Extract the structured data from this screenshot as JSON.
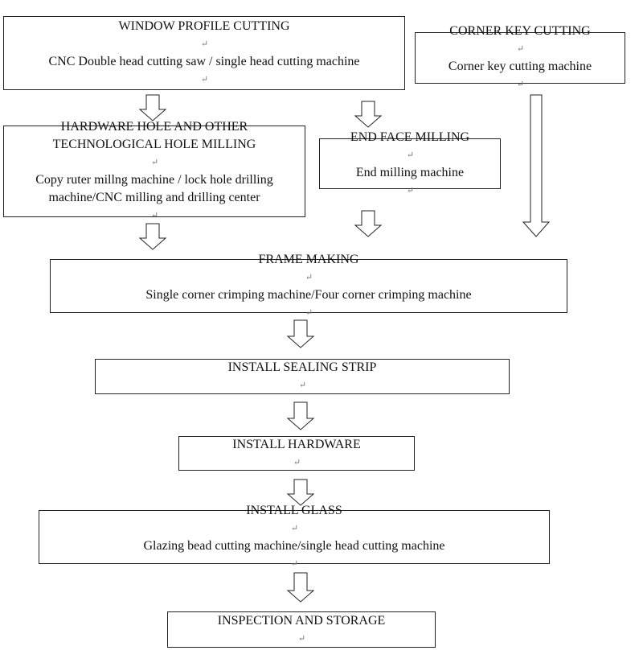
{
  "boxes": {
    "window_profile_cutting": {
      "title": "WINDOW PROFILE CUTTING",
      "subtitle": "CNC Double head cutting saw / single head cutting machine"
    },
    "corner_key_cutting": {
      "title": "CORNER KEY CUTTING",
      "subtitle": "Corner key cutting machine"
    },
    "hardware_hole_milling": {
      "line1": "HARDWARE HOLE AND OTHER",
      "line2": "TECHNOLOGICAL HOLE MILLING",
      "line3": "Copy ruter millng machine / lock hole drilling",
      "line4": "machine/CNC milling and drilling center"
    },
    "end_face_milling": {
      "title": "END FACE MILLING",
      "subtitle": "End milling machine"
    },
    "frame_making": {
      "title": "FRAME MAKING",
      "subtitle": "Single corner crimping machine/Four corner crimping machine"
    },
    "install_sealing_strip": {
      "title": "INSTALL SEALING STRIP"
    },
    "install_hardware": {
      "title": "INSTALL HARDWARE"
    },
    "install_glass": {
      "title": "INSTALL GLASS",
      "subtitle": "Glazing bead cutting machine/single head cutting machine"
    },
    "inspection_storage": {
      "title": "INSPECTION AND STORAGE"
    }
  },
  "paragraph_mark": "↵"
}
